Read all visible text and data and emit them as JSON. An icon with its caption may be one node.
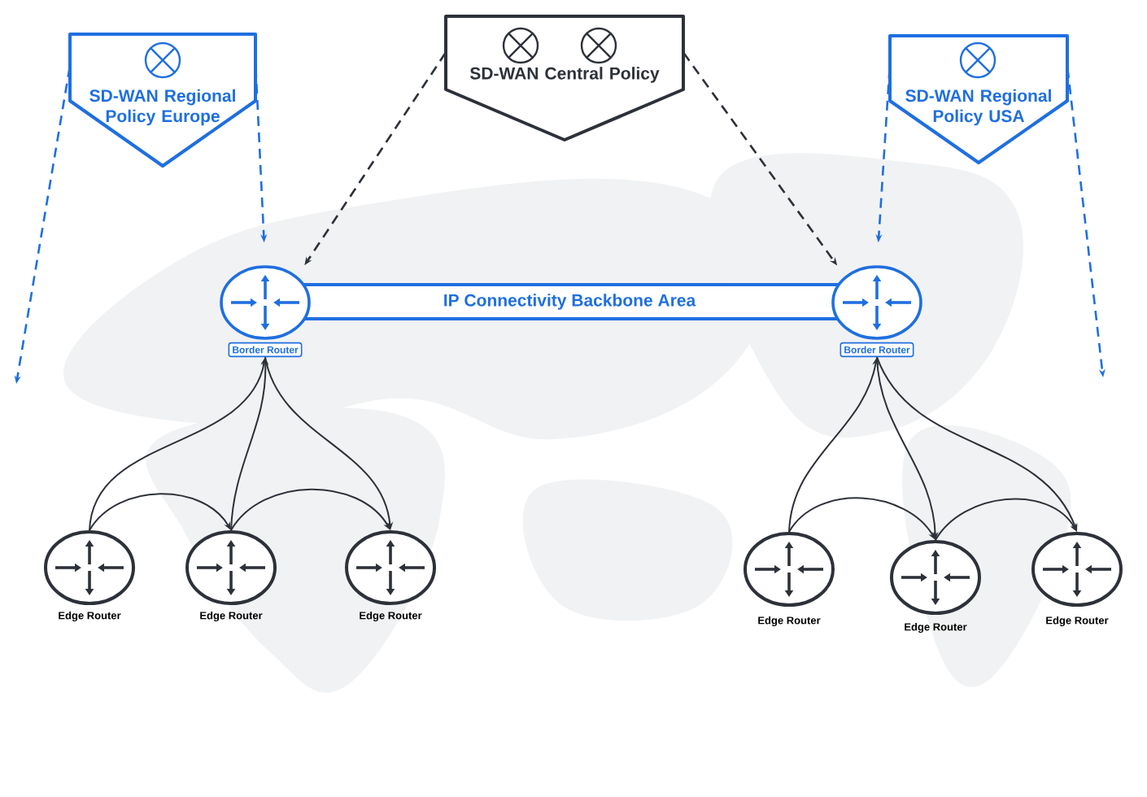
{
  "diagram": {
    "nodes": [
      {
        "text": [
          "SD-WAN Regional Policy Europe"
        ]
      },
      {
        "text": [
          "SD-WAN Central Policy"
        ]
      },
      {
        "text": [
          "SD-WAN Regional Policy USA"
        ]
      },
      {
        "text": [
          "IP Connectivity Backbone Area"
        ]
      },
      {
        "text": [
          "Border Router"
        ]
      },
      {
        "text": [
          "Border Router"
        ]
      },
      {
        "text": [
          "Edge Router"
        ]
      },
      {
        "text": [
          "Edge Router"
        ]
      },
      {
        "text": [
          "Edge Router"
        ]
      },
      {
        "text": [
          "Edge Router"
        ]
      },
      {
        "text": [
          "Edge Router"
        ]
      },
      {
        "text": [
          "Edge Router"
        ]
      }
    ],
    "edges": [
      {
        "from": 0,
        "to": null,
        "arrow": "to",
        "style": "dashed",
        "color": "#1f6fe0"
      },
      {
        "from": 0,
        "to": 4,
        "arrow": "to",
        "style": "dashed",
        "color": "#1f6fe0"
      },
      {
        "from": 1,
        "to": 4,
        "arrow": "to",
        "style": "dashed"
      },
      {
        "from": 1,
        "to": 5,
        "arrow": "to",
        "style": "dashed"
      },
      {
        "from": 2,
        "to": 5,
        "arrow": "to",
        "style": "dashed",
        "color": "#1f6fe0"
      },
      {
        "from": 2,
        "to": null,
        "arrow": "to",
        "style": "dashed",
        "color": "#1f6fe0"
      },
      {
        "from": 6,
        "to": 4,
        "arrow": "to"
      },
      {
        "from": 6,
        "to": 7,
        "arrow": "to"
      },
      {
        "from": 7,
        "to": 4,
        "arrow": "to"
      },
      {
        "from": 7,
        "to": 8,
        "arrow": "to"
      },
      {
        "from": 4,
        "to": 8,
        "arrow": "to"
      },
      {
        "from": 9,
        "to": 5,
        "arrow": "to"
      },
      {
        "from": 9,
        "to": 10,
        "arrow": "to"
      },
      {
        "from": 5,
        "to": 10,
        "arrow": "to"
      },
      {
        "from": 10,
        "to": 11,
        "arrow": "to"
      },
      {
        "from": 5,
        "to": 11,
        "arrow": "to"
      }
    ]
  }
}
